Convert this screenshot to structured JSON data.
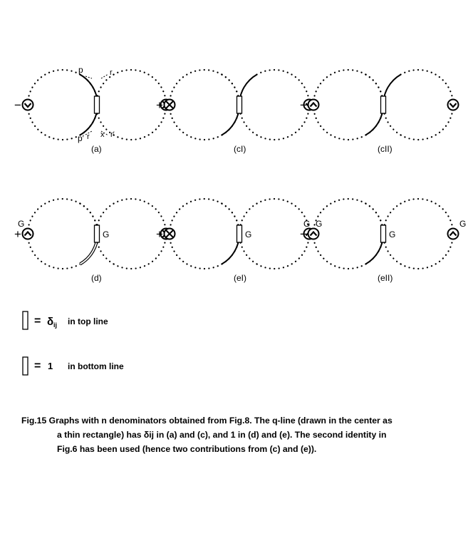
{
  "row1": {
    "panels": [
      {
        "label": "(a)",
        "lead_sign": "−",
        "momentum_top": "p",
        "momentum_bottom": "p′",
        "arrow_labels": [
          "r",
          "r′",
          "x",
          "r"
        ]
      },
      {
        "label": "(cI)",
        "lead_sign": "+"
      },
      {
        "label": "(cII)",
        "lead_sign": "−"
      }
    ]
  },
  "row2": {
    "panels": [
      {
        "label": "(d)",
        "lead_sign": "+",
        "vertex_mark": "G",
        "rect_mark": "G"
      },
      {
        "label": "(eI)",
        "lead_sign": "+",
        "rect_mark": "G",
        "end_mark": "G"
      },
      {
        "label": "(eII)",
        "lead_sign": "−",
        "vertex_mark": "G",
        "rect_mark": "G",
        "end_mark": "G"
      }
    ]
  },
  "legend": [
    {
      "equals": "=",
      "symbol": "δ",
      "subscript": "ij",
      "text": "in top line"
    },
    {
      "equals": "=",
      "symbol": "1",
      "text": "in bottom line"
    }
  ],
  "caption": {
    "lines": [
      "Fig.15 Graphs with n denominators obtained from Fig.8. The q-line (drawn in the center as",
      "a thin rectangle) has δij in (a) and (c), and 1 in (d) and (e). The second identity in",
      "Fig.6 has been used (hence two contributions from (c) and (e))."
    ]
  },
  "icons": [
    "circle-cross-icon",
    "circle-chevron-down-icon",
    "circle-chevron-up-icon"
  ]
}
